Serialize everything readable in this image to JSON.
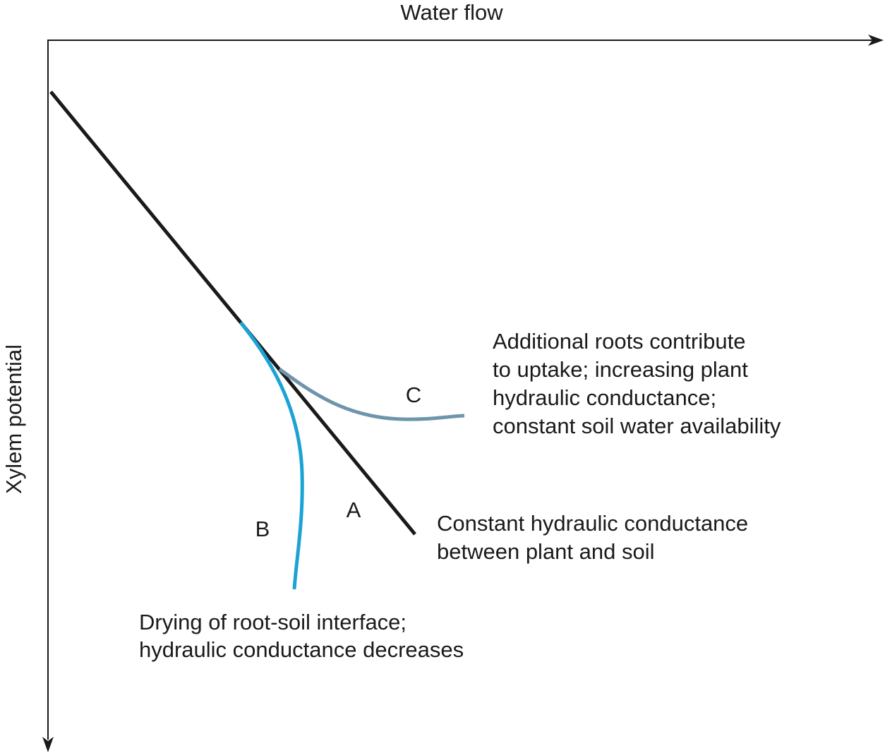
{
  "axes": {
    "x_label": "Water flow",
    "y_label": "Xylem potential"
  },
  "curves": {
    "a": {
      "letter": "A",
      "color": "#1a1a1a",
      "description_lines": [
        "Constant hydraulic conductance",
        "between plant and soil"
      ]
    },
    "b": {
      "letter": "B",
      "color": "#1aa3d4",
      "description_lines": [
        "Drying of root-soil interface;",
        "hydraulic conductance decreases"
      ]
    },
    "c": {
      "letter": "C",
      "color": "#6f95ab",
      "description_lines": [
        "Additional roots contribute",
        "to uptake; increasing plant",
        "hydraulic conductance;",
        "constant soil water availability"
      ]
    }
  }
}
